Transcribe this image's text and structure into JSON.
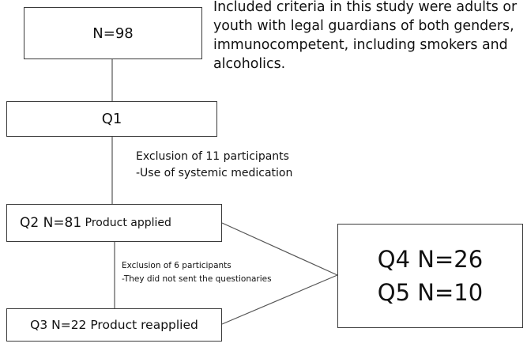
{
  "flowchart": {
    "start_box": "N=98",
    "criteria_note": [
      "Included criteria in this study were adults or",
      "youth with legal guardians of both genders,",
      "immunocompetent, including smokers and",
      "alcoholics."
    ],
    "q1_box": "Q1",
    "exclusion_1": [
      "Exclusion of 11 participants",
      "-Use of systemic medication"
    ],
    "q2_box": {
      "main": "Q2 N=81",
      "sub": " Product applied"
    },
    "exclusion_2": [
      "Exclusion of 6 participants",
      "-They did not sent the questionaries"
    ],
    "q3_box": {
      "main": "Q3 N=22",
      "sub": " Product reapplied"
    },
    "q45_box": [
      "Q4 N=26",
      "Q5 N=10"
    ]
  }
}
